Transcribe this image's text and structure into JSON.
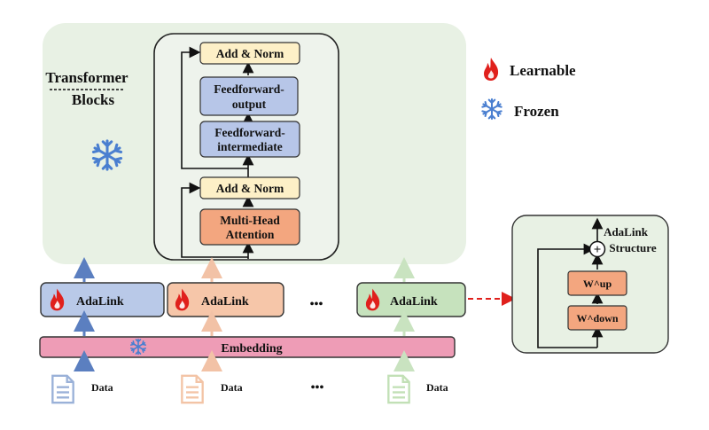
{
  "legend": {
    "learnable": "Learnable",
    "frozen": "Frozen",
    "learnable_icon": "flame-icon",
    "frozen_icon": "snowflake-icon"
  },
  "transformer": {
    "title_line1": "Transformer",
    "title_line2": "Blocks",
    "add_norm_top": "Add & Norm",
    "ff_output_line1": "Feedforward-",
    "ff_output_line2": "output",
    "ff_intermediate_line1": "Feedforward-",
    "ff_intermediate_line2": "intermediate",
    "add_norm_bottom": "Add & Norm",
    "mha_line1": "Multi-Head",
    "mha_line2": "Attention"
  },
  "adalinks": [
    {
      "label": "AdaLink",
      "color": "#b9c9e8",
      "arrow_color": "#5b7fc0"
    },
    {
      "label": "AdaLink",
      "color": "#f6c6a9",
      "arrow_color": "#f2c2a6"
    },
    {
      "label": "AdaLink",
      "color": "#c6e2bd",
      "arrow_color": "#c9e3c0"
    }
  ],
  "ellipsis": "•••",
  "embedding": {
    "label": "Embedding",
    "color": "#ee9cb6"
  },
  "data_items": [
    {
      "label": "Data",
      "color": "#9ab1d8"
    },
    {
      "label": "Data",
      "color": "#f3c4a6"
    },
    {
      "label": "Data",
      "color": "#c2e0b6"
    }
  ],
  "structure": {
    "title_line1": "AdaLink",
    "title_line2": "Structure",
    "up_label": "W^up",
    "down_label": "W^down",
    "sum_symbol": "+"
  },
  "colors": {
    "panel_green": "#e8f1e4",
    "addnorm": "#fdf0c7",
    "feedforward": "#b7c6e8",
    "attention": "#f3a67f",
    "flame": "#e0201c",
    "snowflake": "#4a7fd0",
    "red_arrow": "#e0201c"
  }
}
